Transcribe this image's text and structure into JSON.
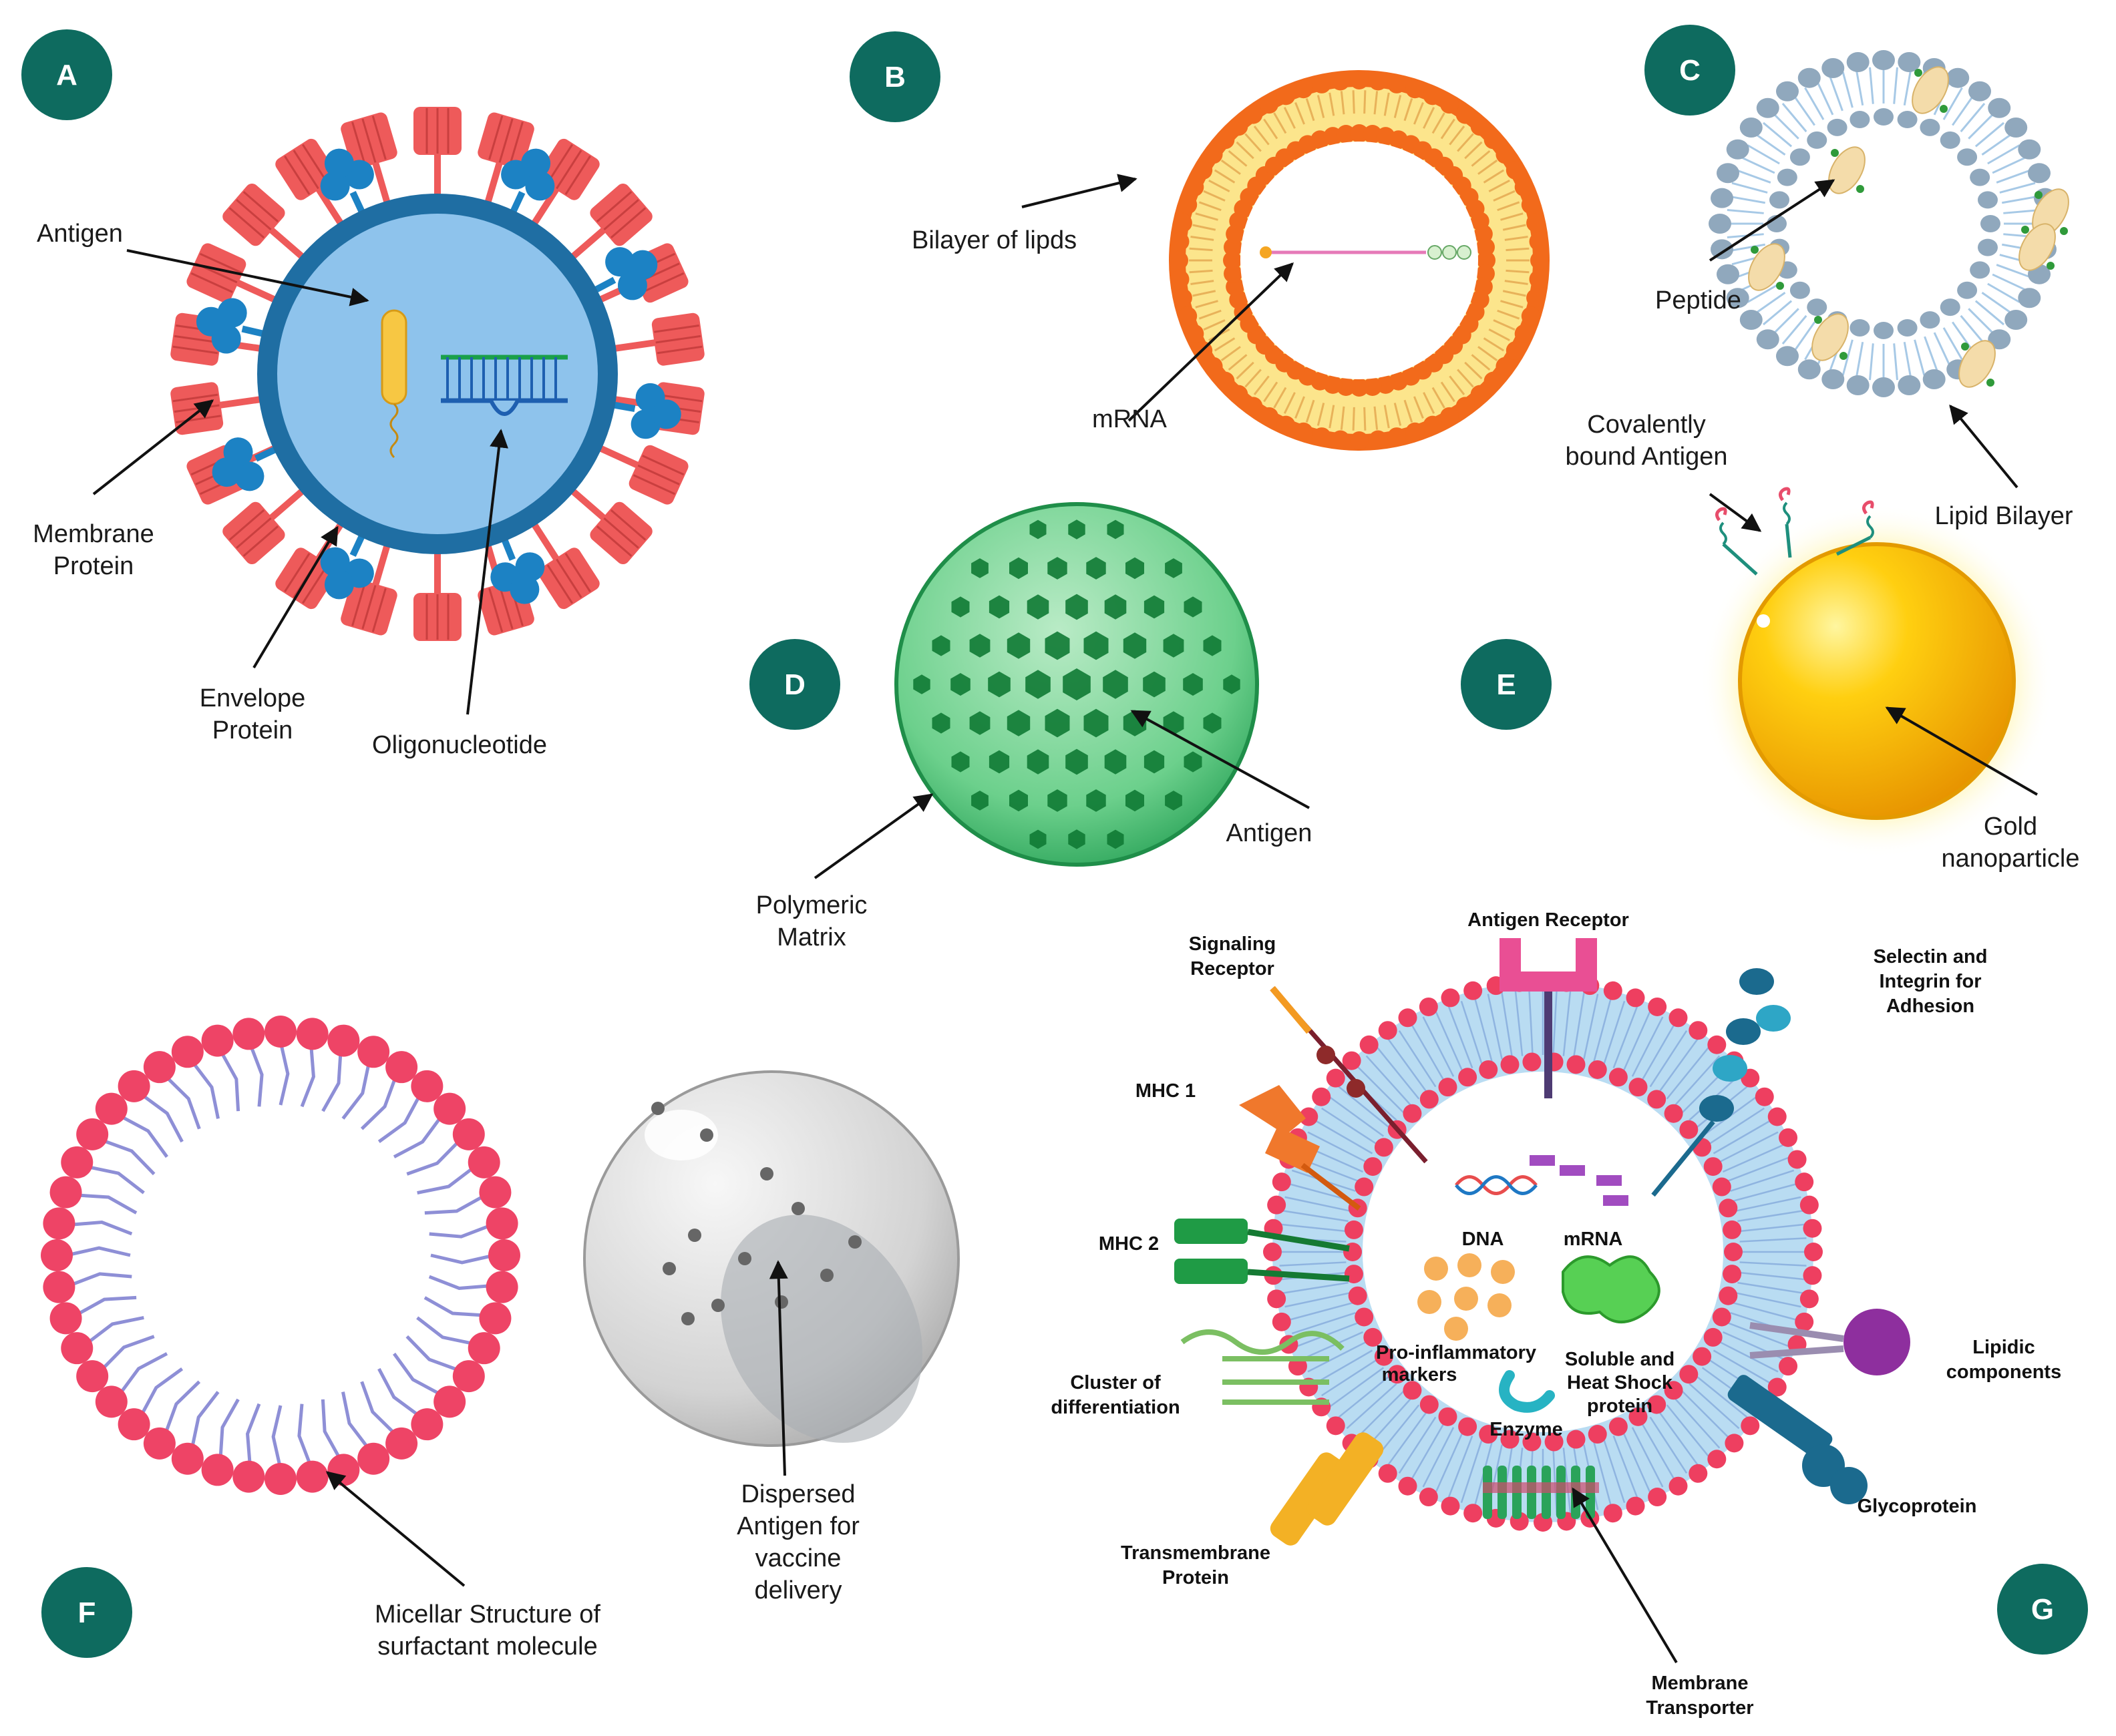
{
  "badges": [
    "A",
    "B",
    "C",
    "D",
    "E",
    "F",
    "G"
  ],
  "panel_a": {
    "antigen": "Antigen",
    "membrane_protein": [
      "Membrane",
      "Protein"
    ],
    "envelope_protein": [
      "Envelope",
      "Protein"
    ],
    "oligonucleotide": "Oligonucleotide"
  },
  "panel_b": {
    "bilayer": "Bilayer of lipds",
    "mrna": "mRNA"
  },
  "panel_c": {
    "peptide": "Peptide",
    "lipid_bilayer": "Lipid Bilayer"
  },
  "panel_d": {
    "polymeric": [
      "Polymeric",
      "Matrix"
    ],
    "antigen": "Antigen"
  },
  "panel_e": {
    "covalent": [
      "Covalently",
      "bound Antigen"
    ],
    "gold": [
      "Gold",
      "nanoparticle"
    ]
  },
  "panel_f": {
    "micellar": [
      "Micellar Structure of",
      "surfactant molecule"
    ],
    "dispersed": [
      "Dispersed",
      "Antigen for",
      "vaccine",
      "delivery"
    ]
  },
  "panel_g": {
    "antigen_receptor": "Antigen Receptor",
    "signaling": [
      "Signaling",
      "Receptor"
    ],
    "selectin": [
      "Selectin and",
      "Integrin for",
      "Adhesion"
    ],
    "mhc1": "MHC 1",
    "mhc2": "MHC 2",
    "cluster": [
      "Cluster of",
      "differentiation"
    ],
    "transmembrane": [
      "Transmembrane",
      "Protein"
    ],
    "membrane_transporter": [
      "Membrane",
      "Transporter"
    ],
    "glycoprotein": "Glycoprotein",
    "lipidic": [
      "Lipidic",
      "components"
    ],
    "dna": "DNA",
    "mrna": "mRNA",
    "pro_inflammatory": [
      "Pro-inflammatory",
      "markers"
    ],
    "soluble": [
      "Soluble and",
      "Heat Shock",
      "protein"
    ],
    "enzyme": "Enzyme"
  },
  "colors": {
    "badge": "#0e6b5f",
    "virus_spike": "#ee5a5a",
    "virus_envelope": "#1f6ea3",
    "virus_core": "#8ec3ec",
    "lipo_head": "#f26a1b",
    "lipo_tail": "#fce58c",
    "lipid_grey": "#90a8bd",
    "polymer_green": "#2eaf62",
    "gold": "#f5b400",
    "micelle_red": "#ee4466",
    "cell_membrane": "#b9dcf2"
  },
  "icons": [
    "arrow-icon",
    "virus-icon",
    "liposome-icon",
    "nanoparticle-icon",
    "micelle-icon",
    "cell-icon"
  ]
}
